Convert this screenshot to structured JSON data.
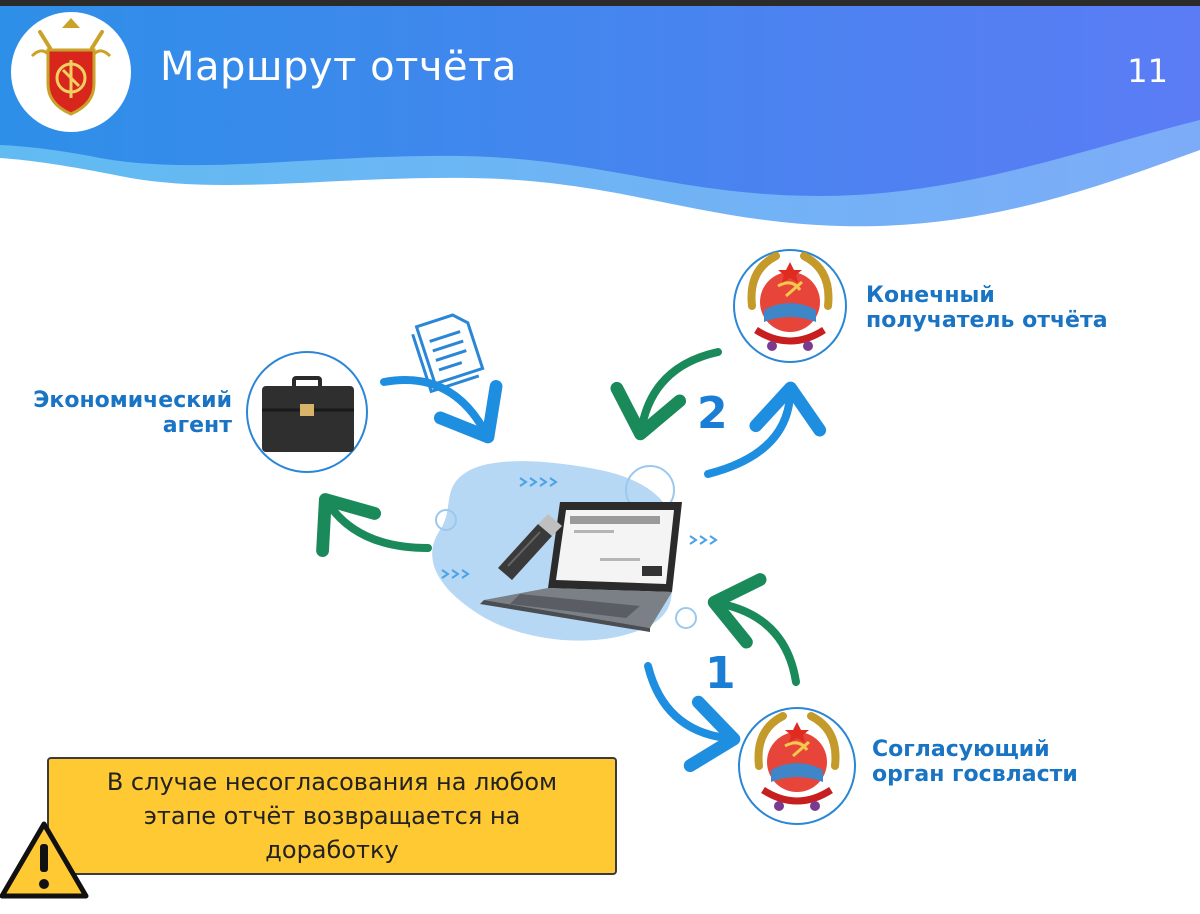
{
  "header": {
    "title": "Маршрут отчёта",
    "slide_number": "11"
  },
  "colors": {
    "blue_accent": "#1a74c4",
    "green_arrow": "#1a8a5a",
    "note_yellow": "#ffc933"
  },
  "nodes": {
    "agent": {
      "label_lines": [
        "Экономический",
        "агент"
      ],
      "icon": "briefcase-icon"
    },
    "final_recipient": {
      "label_lines": [
        "Конечный",
        "получатель отчёта"
      ],
      "icon": "coat-of-arms-icon"
    },
    "approving_body": {
      "label_lines": [
        "Согласующий",
        "орган госвласти"
      ],
      "icon": "coat-of-arms-icon"
    },
    "center": {
      "icon": "laptop-icon",
      "accessory": "usb-token-icon"
    },
    "document": {
      "icon": "document-icon"
    }
  },
  "steps": {
    "one": "1",
    "two": "2"
  },
  "note": {
    "lines": [
      "В случае несогласования на любом",
      "этапе отчёт возвращается на",
      "доработку"
    ],
    "icon": "warning-icon"
  }
}
